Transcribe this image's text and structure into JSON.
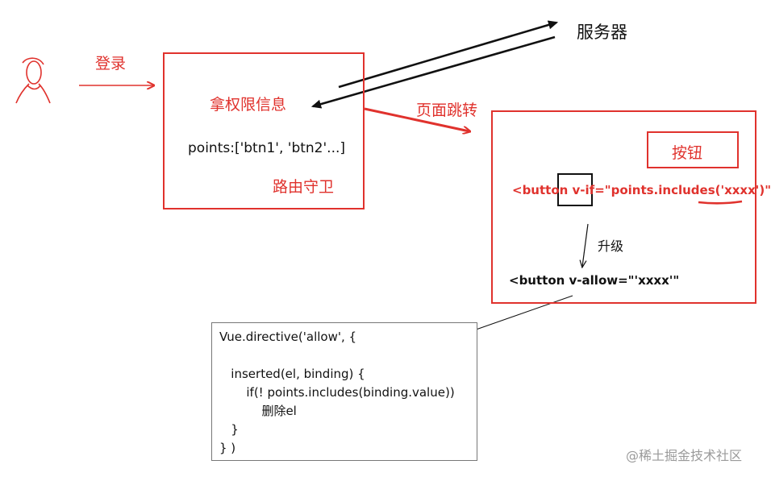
{
  "login_label": "登录",
  "server_label": "服务器",
  "left_box": {
    "title": "拿权限信息",
    "points": "points:['btn1', 'btn2'...]",
    "guard": "路由守卫"
  },
  "page_jump_label": "页面跳转",
  "right_box": {
    "button_label": "按钮",
    "code_vif_open": "<button ",
    "code_vif_directive": "v-if=",
    "code_vif_rest": "\"points.includes(",
    "code_vif_arg": "'xxxx'",
    "code_vif_close": ")\">",
    "upgrade_label": "升级",
    "code_vallow": "<button v-allow=\"'xxxx'\""
  },
  "code_box": {
    "lines": [
      "Vue.directive('allow', {",
      "",
      "   inserted(el, binding) {",
      "       if(! points.includes(binding.value))",
      "           删除el",
      "   }",
      "} )"
    ]
  },
  "watermark": "@稀土掘金技术社区",
  "colors": {
    "accent": "#e0322d",
    "ink": "#111111",
    "border_gray": "#777777"
  }
}
